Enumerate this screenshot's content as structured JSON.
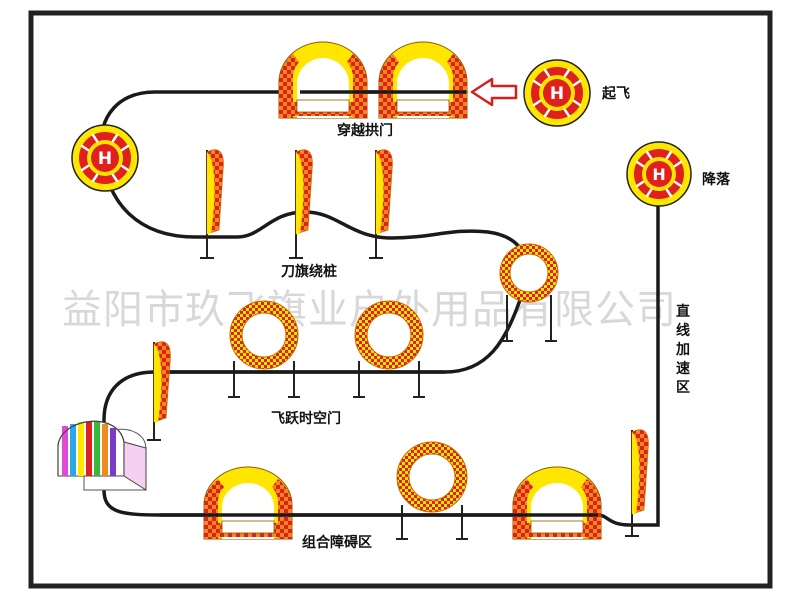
{
  "labels": {
    "arches_top": "穿越拱门",
    "takeoff": "起飞",
    "landing": "降落",
    "flags": "刀旗绕桩",
    "rings": "飞跃时空门",
    "combo": "组合障碍区",
    "straight": [
      "直",
      "线",
      "加",
      "速",
      "区"
    ]
  },
  "watermark": "益阳市玖飞旗业户外用品有限公司",
  "helipad_letter": "H",
  "colors": {
    "frame": "#222222",
    "path": "#1a1a1a",
    "yellow": "#ffe600",
    "orange": "#f08a1c",
    "red": "#e0201c",
    "arrow": "#d81e1e"
  },
  "icons": {
    "helipad": "helipad-icon",
    "arch": "arch-gate-icon",
    "flag": "blade-flag-icon",
    "ring": "ring-gate-icon",
    "tunnel": "rainbow-tunnel-icon",
    "arrow": "direction-arrow-icon"
  }
}
